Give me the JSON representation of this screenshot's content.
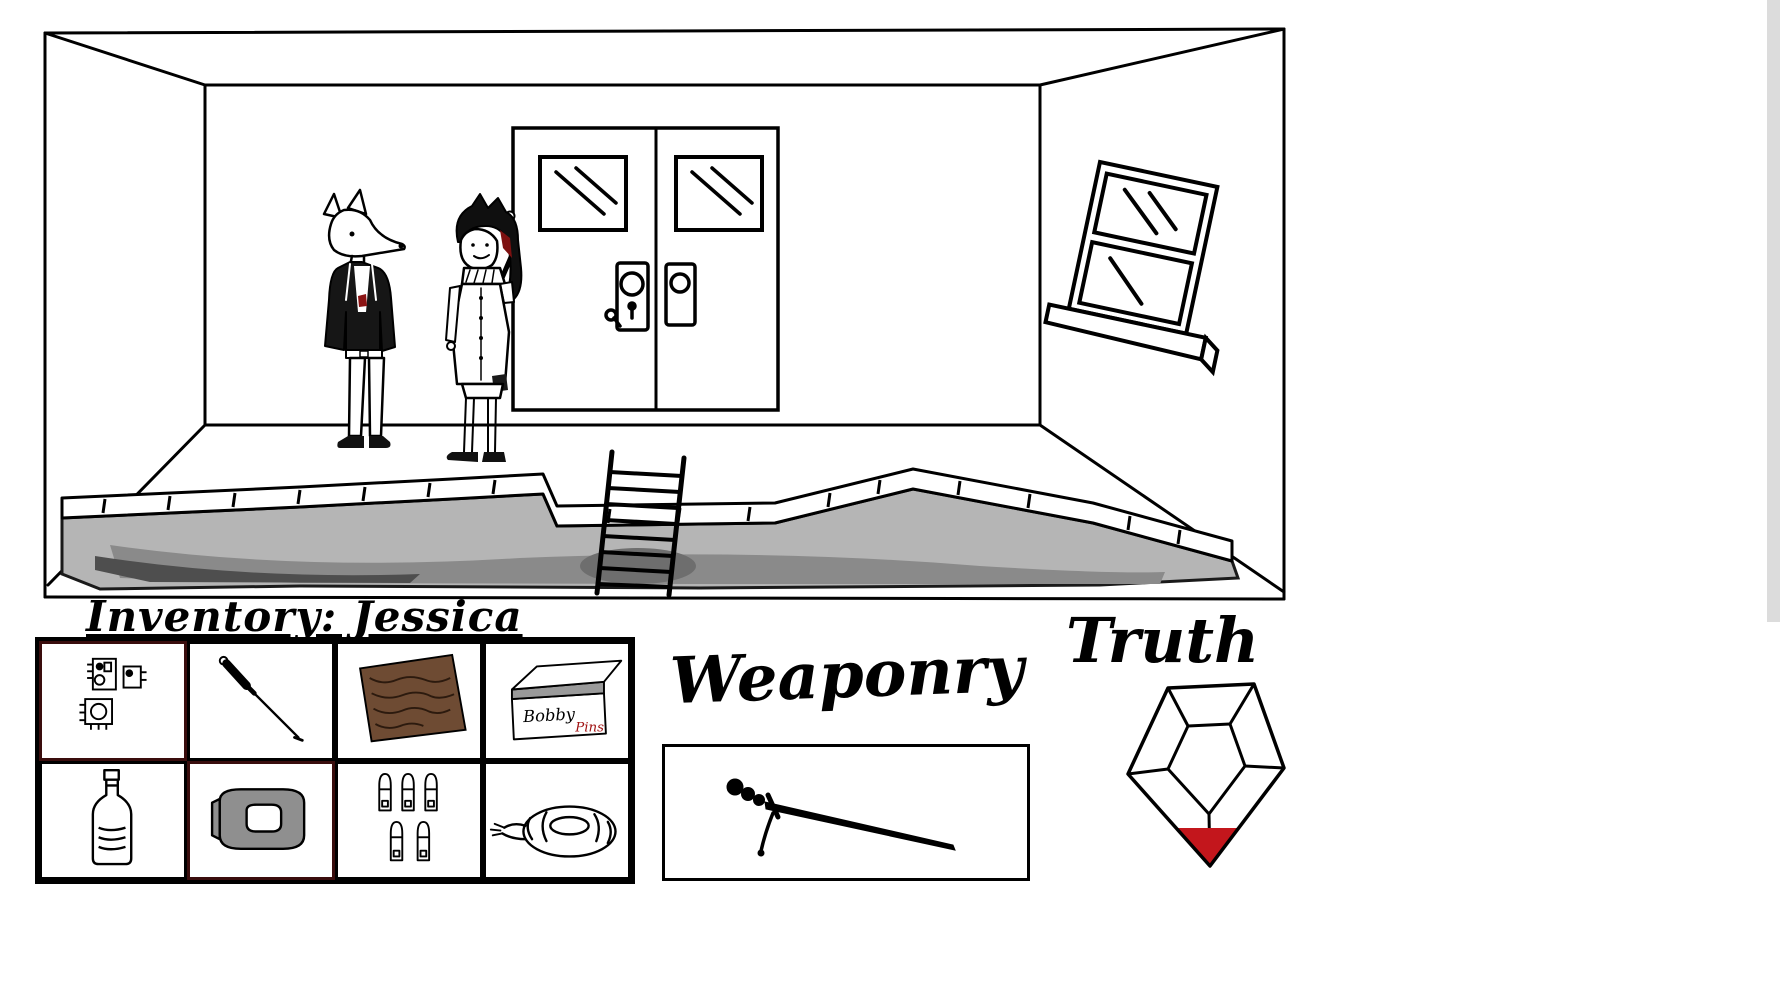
{
  "inventory": {
    "title": "Inventory: Jessica",
    "slots": [
      {
        "name": "electronic-components"
      },
      {
        "name": "screwdriver"
      },
      {
        "name": "leather-scrap"
      },
      {
        "name": "bobby-pins-box",
        "label_top": "Bobby",
        "label_bottom": "Pins"
      },
      {
        "name": "bottle"
      },
      {
        "name": "duct-tape"
      },
      {
        "name": "ammunition"
      },
      {
        "name": "rope-coil"
      }
    ]
  },
  "weaponry": {
    "title": "Weaponry",
    "item": "cane-sword"
  },
  "truth": {
    "title": "Truth",
    "meter": {
      "fill_percent": 18,
      "color": "#c3161c"
    }
  },
  "colors": {
    "leather": "#6e4b33",
    "leather_lines": "#2c1a0e",
    "tape_gray": "#8f8f8f",
    "box_shadow_gray": "#9a9a9a",
    "pit_light": "#b5b5b5",
    "pit_mid": "#8a8a8a",
    "pit_dark": "#4e4e4e",
    "hair_red": "#7d1010",
    "chest_red": "#8b1414",
    "pins_red": "#a01212",
    "truth_red": "#c3161c"
  }
}
